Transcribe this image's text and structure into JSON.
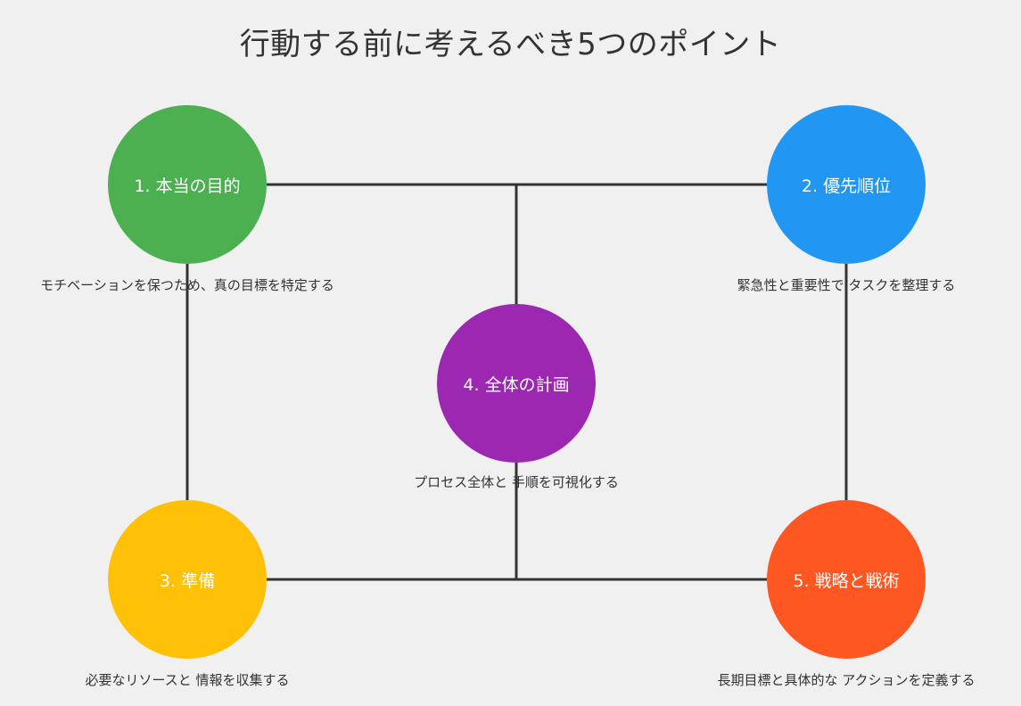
{
  "title": "行動する前に考えるべき5つのポイント",
  "nodes": [
    {
      "label": "1. 本当の目的",
      "description": "モチベーションを保つため、真の目標を特定する",
      "color": "#4caf50"
    },
    {
      "label": "2. 優先順位",
      "description": "緊急性と重要性で タスクを整理する",
      "color": "#2196f3"
    },
    {
      "label": "3. 準備",
      "description": "必要なリソースと 情報を収集する",
      "color": "#ffc107"
    },
    {
      "label": "4. 全体の計画",
      "description": "プロセス全体と 手順を可視化する",
      "color": "#9c27b0"
    },
    {
      "label": "5. 戦略と戦術",
      "description": "長期目標と具体的な アクションを定義する",
      "color": "#ff5722"
    }
  ],
  "colors": {
    "background": "#f0f0f0",
    "connector": "#333333",
    "text": "#333333"
  }
}
